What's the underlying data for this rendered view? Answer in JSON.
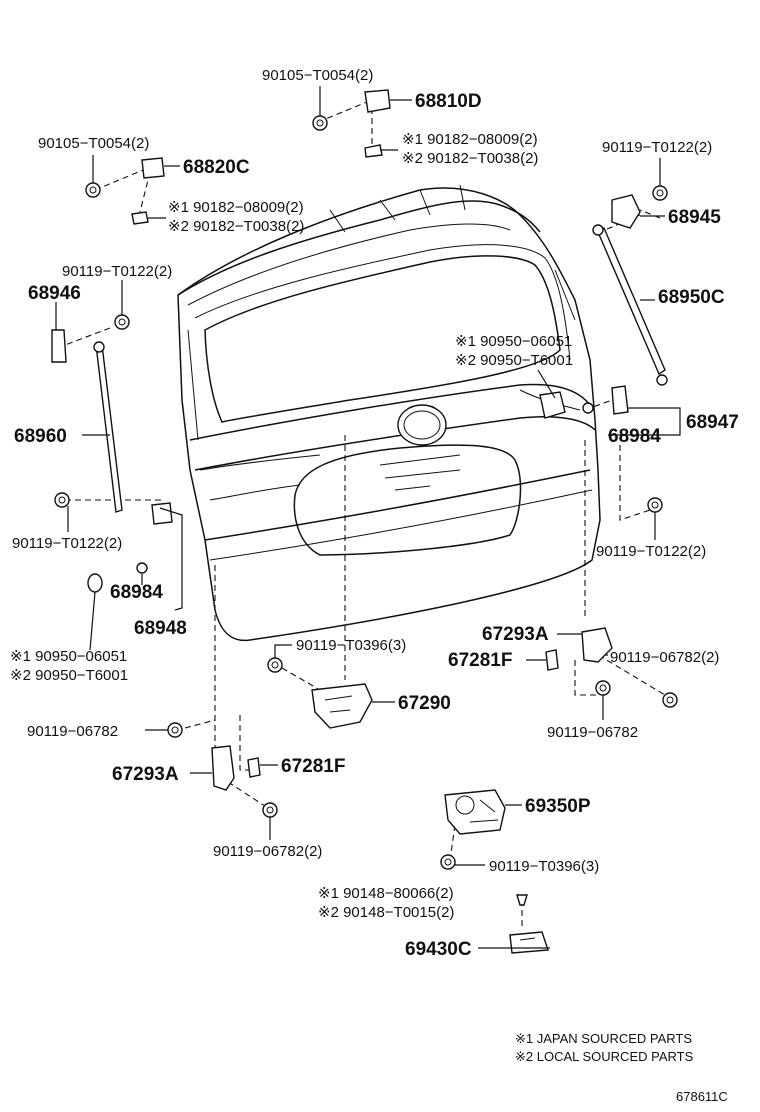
{
  "labels": {
    "p_90105_a": "90105−T0054(2)",
    "p_68810D": "68810D",
    "p_90182_top_1": "※1 90182−08009(2)",
    "p_90182_top_2": "※2 90182−T0038(2)",
    "p_90105_b": "90105−T0054(2)",
    "p_68820C": "68820C",
    "p_90182_mid_1": "※1 90182−08009(2)",
    "p_90182_mid_2": "※2 90182−T0038(2)",
    "p_90119_tr": "90119−T0122(2)",
    "p_68945": "68945",
    "p_90119_tl": "90119−T0122(2)",
    "p_68946": "68946",
    "p_68950C": "68950C",
    "p_90950_r_1": "※1 90950−06051",
    "p_90950_r_2": "※2 90950−T6001",
    "p_68947": "68947",
    "p_68984_r": "68984",
    "p_68960": "68960",
    "p_90119_r2": "90119−T0122(2)",
    "p_90119_l2": "90119−T0122(2)",
    "p_68984_l": "68984",
    "p_68948": "68948",
    "p_90950_l_1": "※1 90950−06051",
    "p_90950_l_2": "※2 90950−T6001",
    "p_67293A_r": "67293A",
    "p_67281F_r": "67281F",
    "p_90119_T0396_a": "90119−T0396(3)",
    "p_90119_06782_ra": "90119−06782(2)",
    "p_67290": "67290",
    "p_90119_06782_rb": "90119−06782",
    "p_90119_06782_l": "90119−06782",
    "p_67293A_l": "67293A",
    "p_67281F_l": "67281F",
    "p_90119_06782_lb": "90119−06782(2)",
    "p_69350P": "69350P",
    "p_90119_T0396_b": "90119−T0396(3)",
    "p_90148_1": "※1 90148−80066(2)",
    "p_90148_2": "※2 90148−T0015(2)",
    "p_69430C": "69430C"
  },
  "legend": {
    "note_1": "※1 JAPAN SOURCED PARTS",
    "note_2": "※2 LOCAL SOURCED PARTS"
  },
  "figure_id": "678611C"
}
